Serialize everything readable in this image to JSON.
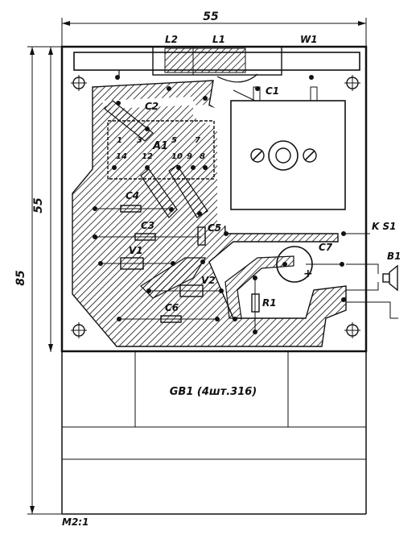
{
  "dimensions": {
    "width": "55",
    "height_board": "55",
    "height_total": "85"
  },
  "scale": "M2:1",
  "battery_label": "GB1 (4шт.316)",
  "connector_label": "K S1",
  "components": {
    "L2": "L2",
    "L1": "L1",
    "W1": "W1",
    "C1": "C1",
    "C2": "C2",
    "C3": "C3",
    "C4": "C4",
    "C5": "C5",
    "C6": "C6",
    "C7": "C7",
    "V1": "V1",
    "V2": "V2",
    "R1": "R1",
    "B1": "B1",
    "A1": "A1"
  },
  "ic_pins": [
    "1",
    "3",
    "5",
    "7",
    "14",
    "12",
    "10",
    "9",
    "8"
  ],
  "polarity": "+"
}
